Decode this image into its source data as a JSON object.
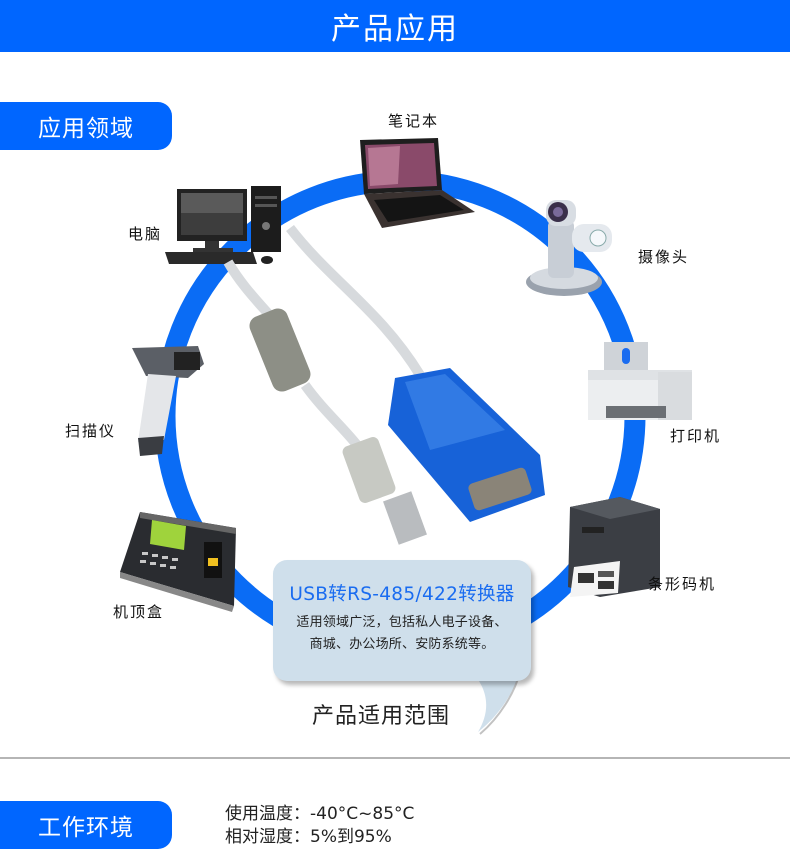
{
  "header": {
    "title": "产品应用"
  },
  "sections": {
    "application": {
      "label": "应用领域"
    },
    "environment": {
      "label": "工作环境"
    }
  },
  "devices": [
    {
      "key": "laptop",
      "label": "笔记本",
      "icon": "laptop-icon"
    },
    {
      "key": "camera",
      "label": "摄像头",
      "icon": "camera-icon"
    },
    {
      "key": "printer",
      "label": "打印机",
      "icon": "printer-icon"
    },
    {
      "key": "barcode_printer",
      "label": "条形码机",
      "icon": "barcode-printer-icon"
    },
    {
      "key": "set_top_box",
      "label": "机顶盒",
      "icon": "terminal-keypad-icon"
    },
    {
      "key": "scanner",
      "label": "扫描仪",
      "icon": "barcode-scanner-icon"
    },
    {
      "key": "computer",
      "label": "电脑",
      "icon": "desktop-computer-icon"
    }
  ],
  "product": {
    "name": "USB转RS-485/422转换器",
    "description_line1": "适用领域广泛，包括私人电子设备、",
    "description_line2": "商城、办公场所、安防系统等。",
    "caption": "产品适用范围",
    "icon": "usb-serial-adapter-icon"
  },
  "environment": {
    "temperature_label": "使用温度：",
    "temperature_value": "-40°C~85°C",
    "humidity_label": "相对湿度：",
    "humidity_value": "5%到95%"
  },
  "colors": {
    "brand_blue": "#0066ff",
    "ring_blue": "#0a6cf5",
    "bubble_bg": "#cfdfeb",
    "bubble_title": "#1a6cf0",
    "divider": "#b5b5b5"
  }
}
